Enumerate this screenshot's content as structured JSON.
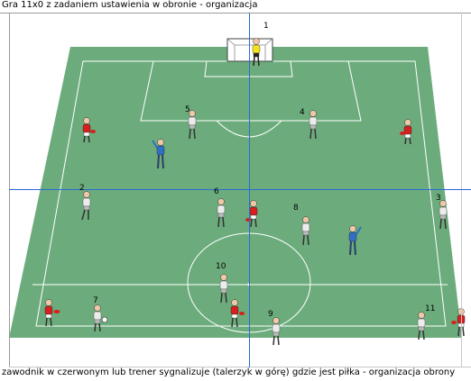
{
  "title": "Gra 11x0 z zadaniem ustawienia w obronie - organizacja",
  "caption": "zawodnik w czerwonym lub trener sygnalizuje (talerzyk w górę) gdzie jest piłka - organizacja obrony",
  "colors": {
    "pitch": "#6cac7c",
    "pitch_line": "#ffffff",
    "crosshair": "#2a6ad8",
    "red_player": "#d81e1e",
    "white_player": "#ececec",
    "blue_coach": "#2f6fc4",
    "goalkeeper": "#f4e21a"
  },
  "numbers": {
    "n1": "1",
    "n2": "2",
    "n3": "3",
    "n4": "4",
    "n5": "5",
    "n6": "6",
    "n7": "7",
    "n8": "8",
    "n9": "9",
    "n10": "10",
    "n11": "11"
  }
}
